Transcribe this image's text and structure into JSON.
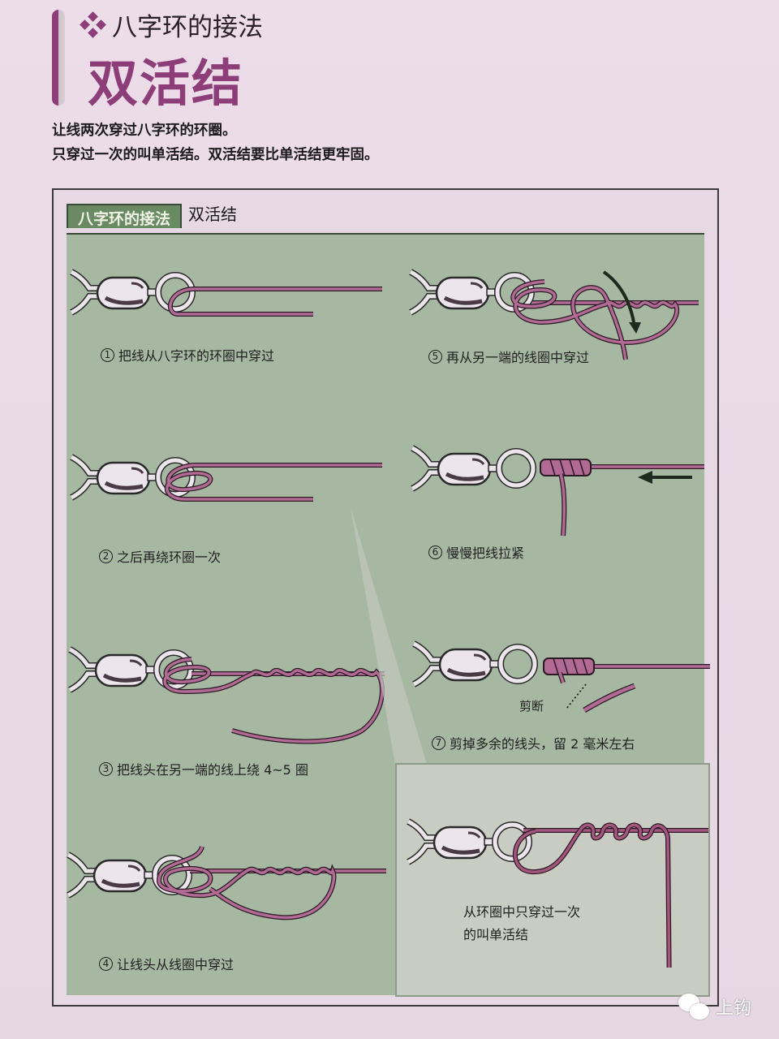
{
  "header": {
    "kicker": "八字环的接法",
    "title": "双活结",
    "intro_lines": [
      "让线两次穿过八字环的环圈。",
      "只穿过一次的叫单活结。双活结要比单活结更牢固。"
    ]
  },
  "panel": {
    "tab_active": "八字环的接法",
    "tab_title": "双活结",
    "steps": [
      {
        "num": "1",
        "text": "把线从八字环的环圈中穿过"
      },
      {
        "num": "2",
        "text": "之后再绕环圈一次"
      },
      {
        "num": "3",
        "text": "把线头在另一端的线上绕 4~5 圈"
      },
      {
        "num": "4",
        "text": "让线头从线圈中穿过"
      },
      {
        "num": "5",
        "text": "再从另一端的线圈中穿过"
      },
      {
        "num": "6",
        "text": "慢慢把线拉紧"
      },
      {
        "num": "7",
        "text": "剪掉多余的线头，留 2 毫米左右"
      }
    ],
    "cut_label": "剪断",
    "inset_lines": [
      "从环圈中只穿过一次",
      "的叫单活结"
    ]
  },
  "colors": {
    "accent": "#8d3d78",
    "line": "#a5567f",
    "panel_bg": "#a7b8a2",
    "tab_bg": "#6a8a64",
    "inset_bg": "#c9ccc3"
  },
  "watermark": {
    "icon": "wechat-icon",
    "text": "上钩"
  }
}
